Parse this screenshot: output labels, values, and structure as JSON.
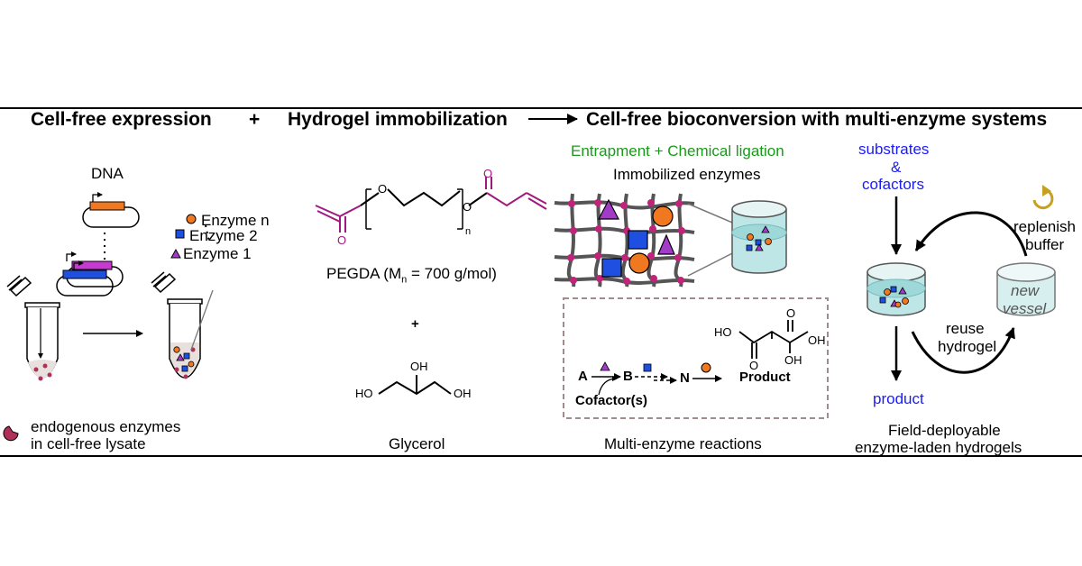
{
  "headers": {
    "cell_free_expression": "Cell-free expression",
    "plus": "+",
    "hydrogel_immobilization": "Hydrogel immobilization",
    "bioconversion": "Cell-free bioconversion with multi-enzyme systems"
  },
  "panel1": {
    "dna": "DNA",
    "enzyme_n": "Enzyme n",
    "enzyme_2": "Enzyme 2",
    "enzyme_1": "Enzyme 1",
    "legend_line1": "endogenous enzymes",
    "legend_line2": "in cell-free lysate"
  },
  "panel2": {
    "pegda_prefix": "PEGDA (M",
    "pegda_sub": "n",
    "pegda_suffix": " = 700 g/mol)",
    "plus": "+",
    "glycerol": "Glycerol",
    "atom_o": "O",
    "atom_n": "n",
    "atom_ho": "HO",
    "atom_oh": "OH"
  },
  "panel3": {
    "title_green": "Entrapment + Chemical ligation",
    "subtitle": "Immobilized enzymes",
    "reaction_a": "A",
    "reaction_b": "B",
    "reaction_n": "N",
    "cofactors": "Cofactor(s)",
    "product": "Product",
    "caption": "Multi-enzyme reactions"
  },
  "panel4": {
    "substrates": "substrates",
    "amp": "&",
    "cofactors": "cofactors",
    "replenish": "replenish",
    "buffer": "buffer",
    "new": "new",
    "vessel": "vessel",
    "reuse": "reuse",
    "hydrogel": "hydrogel",
    "product": "product",
    "caption_line1": "Field-deployable",
    "caption_line2": "enzyme-laden hydrogels"
  },
  "colors": {
    "purple_chem": "#a0197f",
    "enzyme_orange": "#f07820",
    "enzyme_blue": "#1f4fe0",
    "enzyme_purple": "#a23bc8",
    "network_node": "#c0247a",
    "hydrogel_fill": "#9fd8d8",
    "text_blue": "#1a1aff",
    "text_green": "#1a9a1a",
    "endogenous": "#b0305a",
    "reuse_arrow": "#c8a020"
  }
}
